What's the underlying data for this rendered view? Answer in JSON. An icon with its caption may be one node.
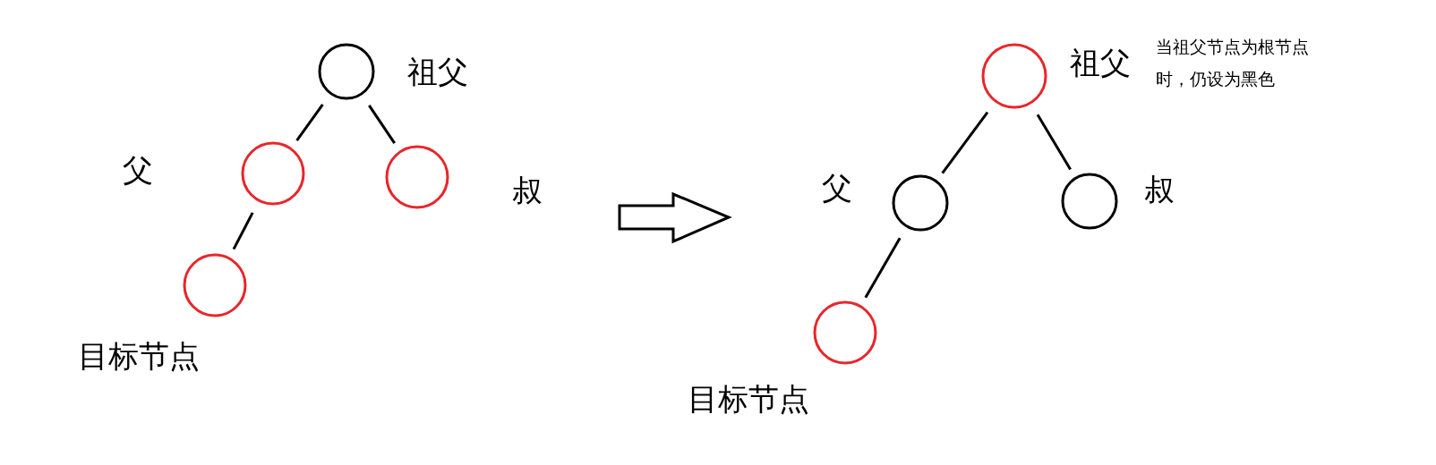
{
  "diagram": {
    "nodes": [
      {
        "text": [],
        "shape": "circle",
        "beside": [
          "祖父"
        ]
      },
      {
        "text": [],
        "shape": "circle",
        "beside": [
          "父"
        ]
      },
      {
        "text": [],
        "shape": "circle",
        "beside": [
          "叔"
        ]
      },
      {
        "text": [],
        "shape": "circle",
        "beside": [
          "目标节点"
        ]
      },
      {
        "text": [],
        "shape": "circle",
        "beside": [
          "祖父"
        ]
      },
      {
        "text": [],
        "shape": "circle",
        "beside": [
          "父"
        ]
      },
      {
        "text": [],
        "shape": "circle",
        "beside": [
          "叔"
        ]
      },
      {
        "text": [],
        "shape": "circle",
        "beside": [
          "目标节点"
        ]
      }
    ],
    "edges": [
      {
        "from": 0,
        "to": 1,
        "arrow": "none"
      },
      {
        "from": 0,
        "to": 2,
        "arrow": "none"
      },
      {
        "from": 1,
        "to": 3,
        "arrow": "none"
      },
      {
        "from": 4,
        "to": 5,
        "arrow": "none"
      },
      {
        "from": 4,
        "to": 6,
        "arrow": "none"
      },
      {
        "from": 5,
        "to": 7,
        "arrow": "none"
      }
    ],
    "labels": [
      "当祖父节点为根节点时，仍设为黑色"
    ]
  }
}
